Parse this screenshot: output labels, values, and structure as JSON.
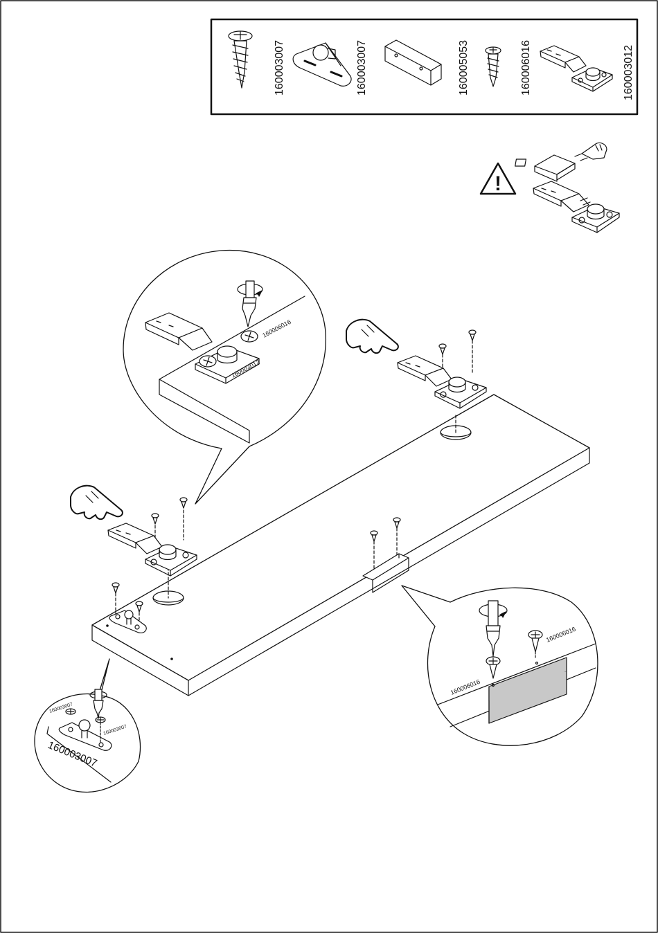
{
  "parts_box": {
    "parts": [
      {
        "code": "160003007",
        "icon": "wood-screw-icon"
      },
      {
        "code": "160003007",
        "icon": "pin-plate-icon"
      },
      {
        "code": "160005053",
        "icon": "angle-bracket-icon"
      },
      {
        "code": "160006016",
        "icon": "small-screw-icon"
      },
      {
        "code": "160003012",
        "icon": "hinge-icon"
      }
    ]
  },
  "warning": {
    "icon": "warning-triangle-icon",
    "symbol": "!"
  },
  "callouts": {
    "hinge": {
      "hinge_code": "160003012",
      "screw_code": "160006016"
    },
    "bracket": {
      "screw_code_left": "160006016",
      "screw_code_right": "160006016"
    },
    "pin": {
      "plate_code": "160003007",
      "screw_code_left": "160003007",
      "screw_code_right": "160003007"
    }
  },
  "colors": {
    "line": "#111111",
    "bracket_fill": "#c8c8c8"
  }
}
